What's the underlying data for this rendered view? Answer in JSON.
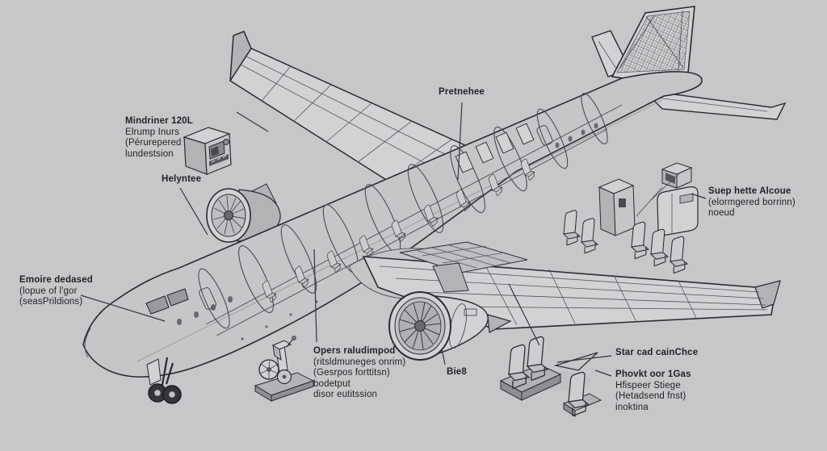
{
  "figure": {
    "kind": "aircraft cutaway technical illustration",
    "style": "monochrome line drawing on gray background"
  },
  "colors": {
    "background": "#c7c7c9",
    "line_dark": "#2b2b2f",
    "line_mid": "#55555a",
    "fill_body": "#c6c6c8",
    "fill_light": "#d2d2d4",
    "fill_mid": "#b3b3b6",
    "fill_dark": "#8f8f93",
    "wheel_dark": "#35353a",
    "text": "#232327"
  },
  "labels": {
    "panel_unit": {
      "lines": [
        "Mindriner 120L",
        "Elrump Inurs",
        "(Pérurepered",
        "lundestsion"
      ]
    },
    "port_engine": {
      "lines": [
        "Helyntee"
      ]
    },
    "forward_cabin": {
      "lines": [
        "Pretnehee"
      ]
    },
    "galley_module": {
      "lines": [
        "Suep hette Alcoue",
        "(elormgered borrinn)",
        "noeud"
      ]
    },
    "nose_cockpit": {
      "lines": [
        "Emoire dedased",
        "(lopue of l'gor",
        "(seasPrildions)"
      ]
    },
    "gear_assembly": {
      "lines": [
        "Opers raludimpod",
        "(ritsldmuneges onrim)",
        "(Gesrpos forttitsn)",
        "bodetput",
        "disor eutitssion"
      ]
    },
    "engine": {
      "lines": [
        "Bie8"
      ]
    },
    "seat_arrow": {
      "lines": [
        "Star cad cainChce"
      ]
    },
    "crew_seats": {
      "lines": [
        "Phovkt oor 1Gas",
        "Hfispeer Stiege",
        "(Hetadsend fnst)",
        "inoktina"
      ]
    }
  }
}
